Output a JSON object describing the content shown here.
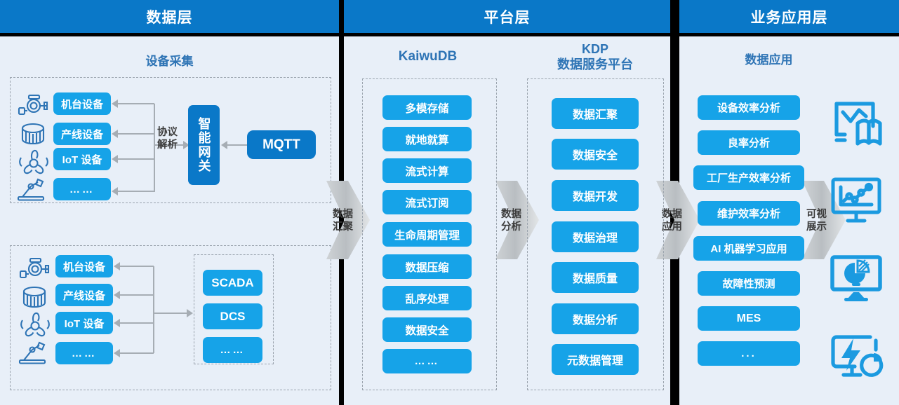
{
  "headers": [
    {
      "label": "数据层"
    },
    {
      "label": "平台层"
    },
    {
      "label": "业务应用层"
    }
  ],
  "sections": {
    "device_collect": "设备采集",
    "kaiwudb": "KaiwuDB",
    "kdp_line1": "KDP",
    "kdp_line2": "数据服务平台",
    "data_app": "数据应用"
  },
  "device_group_top": {
    "devices": [
      "机台设备",
      "产线设备",
      "IoT 设备",
      "……"
    ],
    "protocol_label_line1": "协议",
    "protocol_label_line2": "解析",
    "gateway": "智能网关",
    "mqtt": "MQTT",
    "icons": [
      "valve-icon",
      "drum-sensor-icon",
      "fan-icon",
      "robot-arm-icon"
    ]
  },
  "device_group_bottom": {
    "devices": [
      "机台设备",
      "产线设备",
      "IoT 设备",
      "……"
    ],
    "systems": [
      "SCADA",
      "DCS",
      "……"
    ],
    "icons": [
      "valve-icon",
      "drum-sensor-icon",
      "fan-icon",
      "robot-arm-icon"
    ]
  },
  "kaiwudb_items": [
    "多模存储",
    "就地就算",
    "流式计算",
    "流式订阅",
    "生命周期管理",
    "数据压缩",
    "乱序处理",
    "数据安全",
    "……"
  ],
  "kdp_items": [
    "数据汇聚",
    "数据安全",
    "数据开发",
    "数据治理",
    "数据质量",
    "数据分析",
    "元数据管理"
  ],
  "app_items": [
    "设备效率分析",
    "良率分析",
    "工厂生产效率分析",
    "维护效率分析",
    "AI 机器学习应用",
    "故障性预测",
    "MES",
    "..."
  ],
  "flow_arrows": [
    {
      "line1": "数据",
      "line2": "汇聚"
    },
    {
      "line1": "数据",
      "line2": "分析"
    },
    {
      "line1": "数据",
      "line2": "应用"
    },
    {
      "line1": "可视",
      "line2": "展示"
    }
  ],
  "visual_icons": [
    "report-chart-book-icon",
    "monitor-line-chart-icon",
    "monitor-pie-chart-icon",
    "monitor-energy-gauge-icon"
  ],
  "colors": {
    "header_blue": "#0a78c8",
    "pill_blue": "#16a3e8",
    "panel_bg": "#e8eff8",
    "title_blue": "#2e74b5",
    "line_grey": "#a6adb4"
  }
}
